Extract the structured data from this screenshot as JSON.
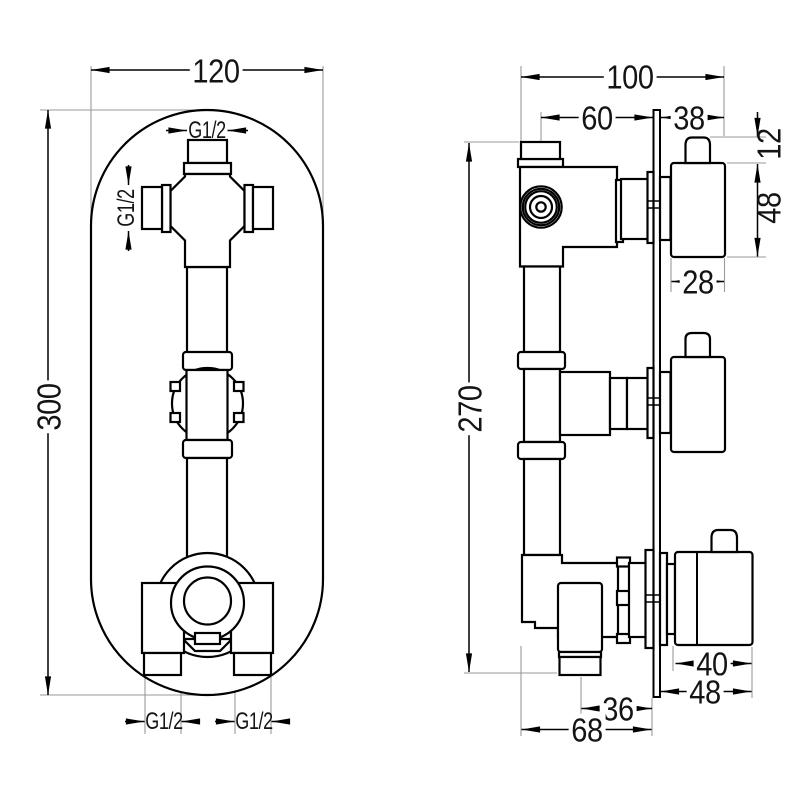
{
  "front_view": {
    "dim_width": "120",
    "dim_height": "300",
    "thread_top": "G1/2",
    "thread_left": "G1/2",
    "thread_bottom_left": "G1/2",
    "thread_bottom_right": "G1/2"
  },
  "side_view": {
    "dim_total_depth": "100",
    "dim_valve_depth": "60",
    "dim_handle_projection": "38",
    "dim_cap_height": "12",
    "dim_handle_height": "48",
    "dim_handle_width": "28",
    "dim_height": "270",
    "dim_knob_width": "40",
    "dim_knob_overall": "48",
    "dim_outlet_offset": "36",
    "dim_body_width": "68"
  }
}
